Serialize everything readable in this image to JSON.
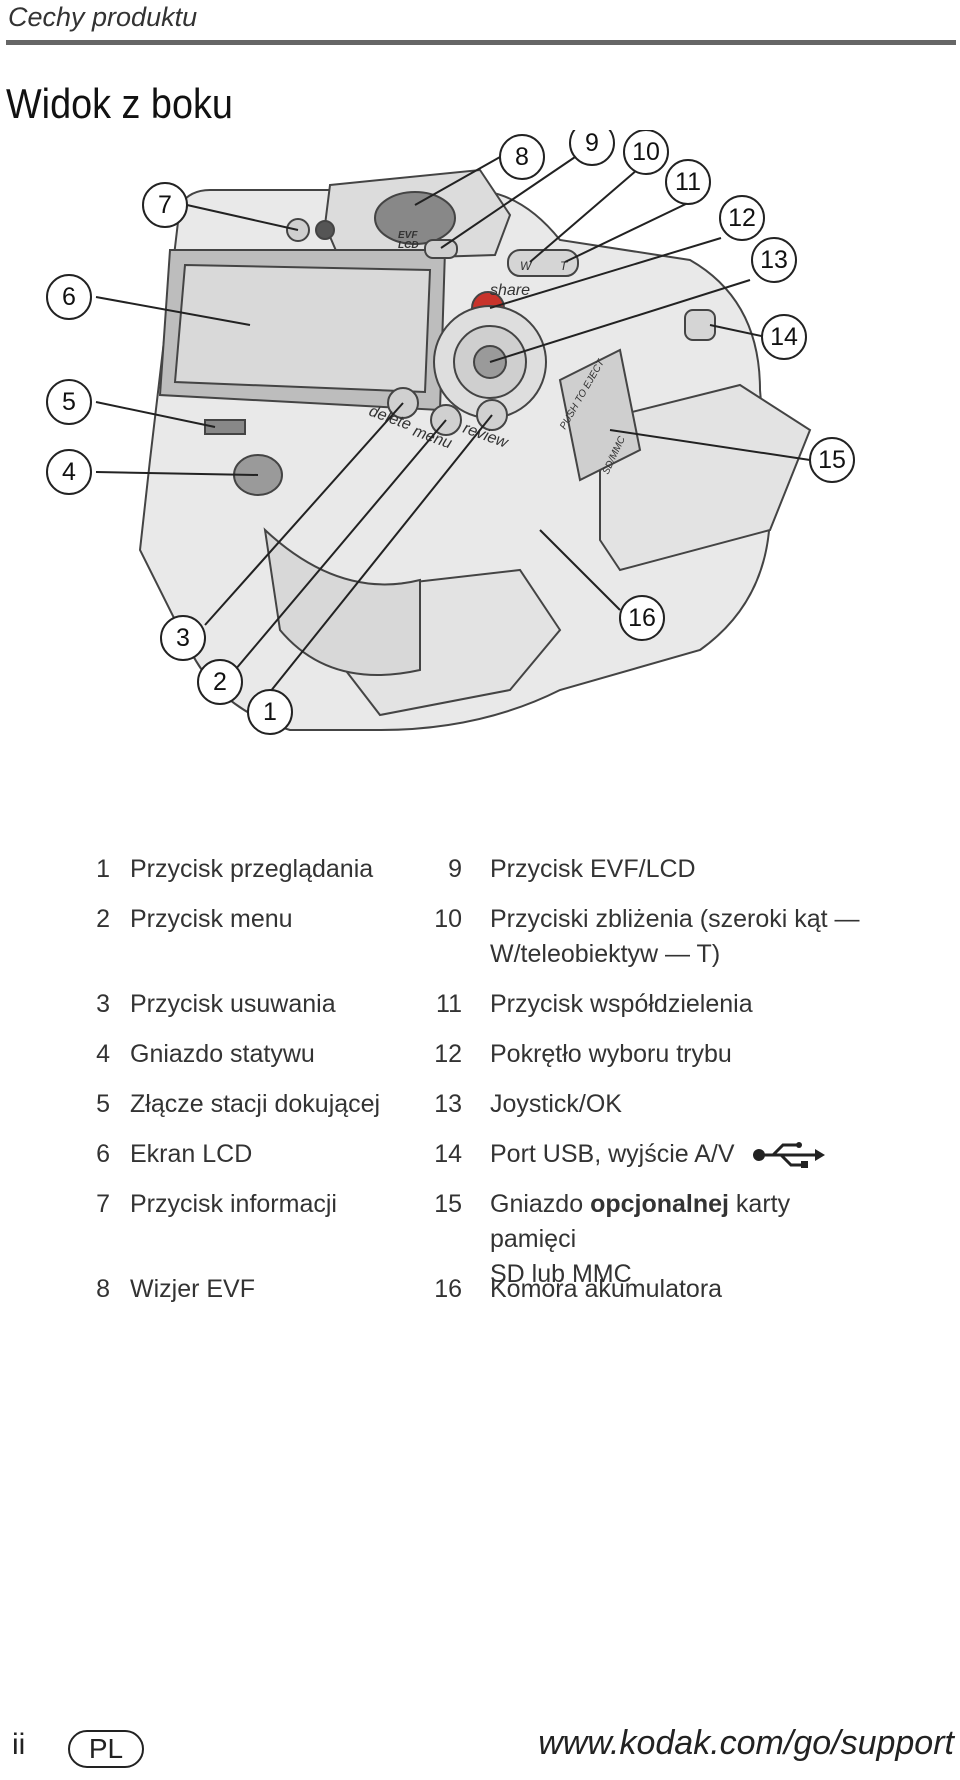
{
  "header": {
    "title": "Cechy produktu"
  },
  "section": {
    "title": "Widok z boku"
  },
  "figure": {
    "callouts": [
      "1",
      "2",
      "3",
      "4",
      "5",
      "6",
      "7",
      "8",
      "9",
      "10",
      "11",
      "12",
      "13",
      "14",
      "15",
      "16"
    ],
    "camera_labels": {
      "evf": "EVF",
      "lcd": "LCD",
      "share": "share",
      "wide": "W",
      "tele": "T",
      "delete": "delete",
      "menu": "menu",
      "review": "review",
      "push_eject": "PUSH TO EJECT",
      "sd_mmc": "SD/MMC"
    }
  },
  "legend": {
    "left": [
      {
        "num": "1",
        "text": "Przycisk przeglądania"
      },
      {
        "num": "2",
        "text": "Przycisk menu"
      },
      {
        "num": "3",
        "text": "Przycisk usuwania"
      },
      {
        "num": "4",
        "text": "Gniazdo statywu"
      },
      {
        "num": "5",
        "text": "Złącze stacji dokującej"
      },
      {
        "num": "6",
        "text": "Ekran LCD"
      },
      {
        "num": "7",
        "text": "Przycisk informacji"
      },
      {
        "num": "8",
        "text": "Wizjer EVF"
      }
    ],
    "right": [
      {
        "num": "9",
        "text": "Przycisk EVF/LCD"
      },
      {
        "num": "10",
        "text": "Przyciski zbliżenia (szeroki kąt —",
        "text2": "W/teleobiektyw — T)"
      },
      {
        "num": "11",
        "text": "Przycisk współdzielenia"
      },
      {
        "num": "12",
        "text": "Pokrętło wyboru trybu"
      },
      {
        "num": "13",
        "text": "Joystick/OK"
      },
      {
        "num": "14",
        "text": "Port USB, wyjście A/V"
      },
      {
        "num": "15",
        "text_pre": "Gniazdo ",
        "text_bold": "opcjonalnej",
        "text_post": " karty pamięci",
        "text2": "SD lub MMC"
      },
      {
        "num": "16",
        "text": "Komora akumulatora"
      }
    ]
  },
  "footer": {
    "page": "ii",
    "lang_badge": "PL",
    "url": "www.kodak.com/go/support"
  }
}
